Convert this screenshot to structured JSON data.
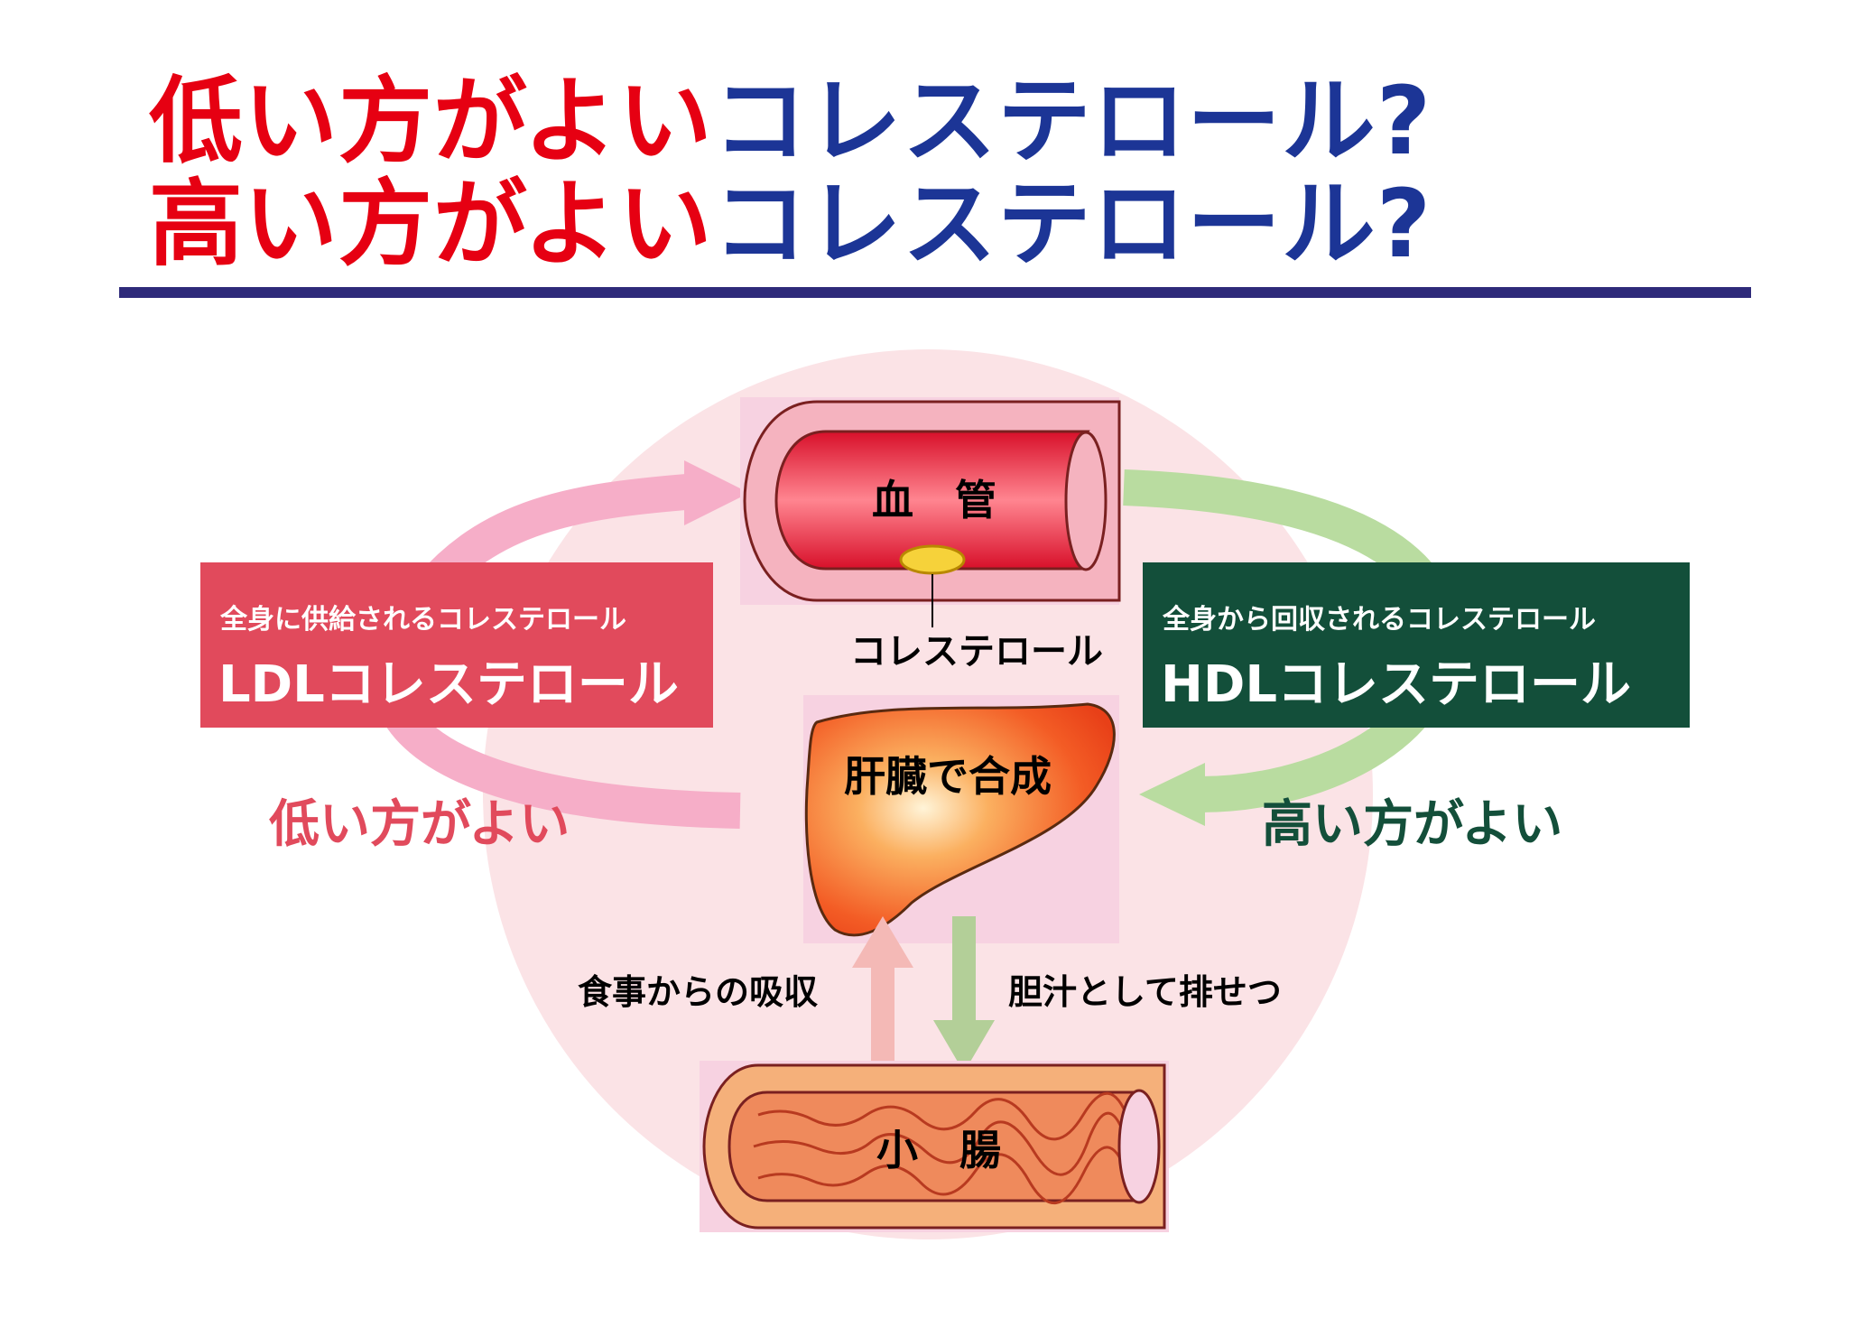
{
  "title": {
    "line1_red": "低い方がよい",
    "line1_blue": "コレステロール?",
    "line2_red": "高い方がよい",
    "line2_blue": "コレステロール?"
  },
  "diagram": {
    "blood_vessel_label": "血　管",
    "cholesterol_label": "コレステロール",
    "liver_label": "肝臓で合成",
    "small_intestine_label": "小　腸",
    "absorption_label": "食事からの吸収",
    "excretion_label": "胆汁として排せつ"
  },
  "ldl": {
    "sub": "全身に供給されるコレステロール",
    "main": "LDLコレステロール",
    "verdict": "低い方がよい"
  },
  "hdl": {
    "sub": "全身から回収されるコレステロール",
    "main": "HDLコレステロール",
    "verdict": "高い方がよい"
  },
  "colors": {
    "title_red": "#e60012",
    "title_blue": "#1c3596",
    "ldl": "#e14a5c",
    "hdl": "#134f3a"
  }
}
